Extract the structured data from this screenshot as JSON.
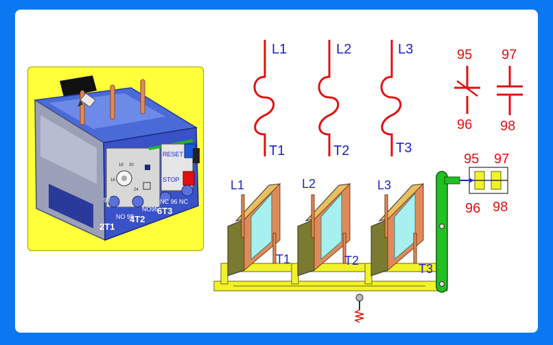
{
  "colors": {
    "background": "#0a78f0",
    "card": "#ffffff",
    "photo_panel": "#ffff3a",
    "symbol_red": "#e01010",
    "label_blue": "#1a22c8",
    "lever_green": "#22c022",
    "frame_yellow": "#f2f22a",
    "copper": "#e08a5a"
  },
  "relay_photo": {
    "buttons": {
      "reset": "RESET",
      "stop": "STOP"
    },
    "dial_numbers": [
      "18",
      "20",
      "16",
      "24"
    ],
    "terminals": {
      "t1": "2T1",
      "t2": "4T2",
      "t3": "6T3",
      "no97": "97",
      "no98": "NO 98",
      "nc95": "NO95",
      "nc96": "NC 96 NC"
    },
    "icons": [
      "pencil-icon"
    ]
  },
  "schematic": {
    "phases": [
      {
        "line": "L1",
        "terminal": "T1"
      },
      {
        "line": "L2",
        "terminal": "T2"
      },
      {
        "line": "L3",
        "terminal": "T3"
      }
    ],
    "nc_contact": {
      "top": "95",
      "bottom": "96"
    },
    "no_contact": {
      "top": "97",
      "bottom": "98"
    }
  },
  "mechanism": {
    "phases": [
      {
        "line": "L1",
        "terminal": "T1"
      },
      {
        "line": "L2",
        "terminal": "T2"
      },
      {
        "line": "L3",
        "terminal": "T3"
      }
    ],
    "contact_labels": {
      "nc_top": "95",
      "no_top": "97",
      "nc_bottom": "96",
      "no_bottom": "98"
    }
  }
}
